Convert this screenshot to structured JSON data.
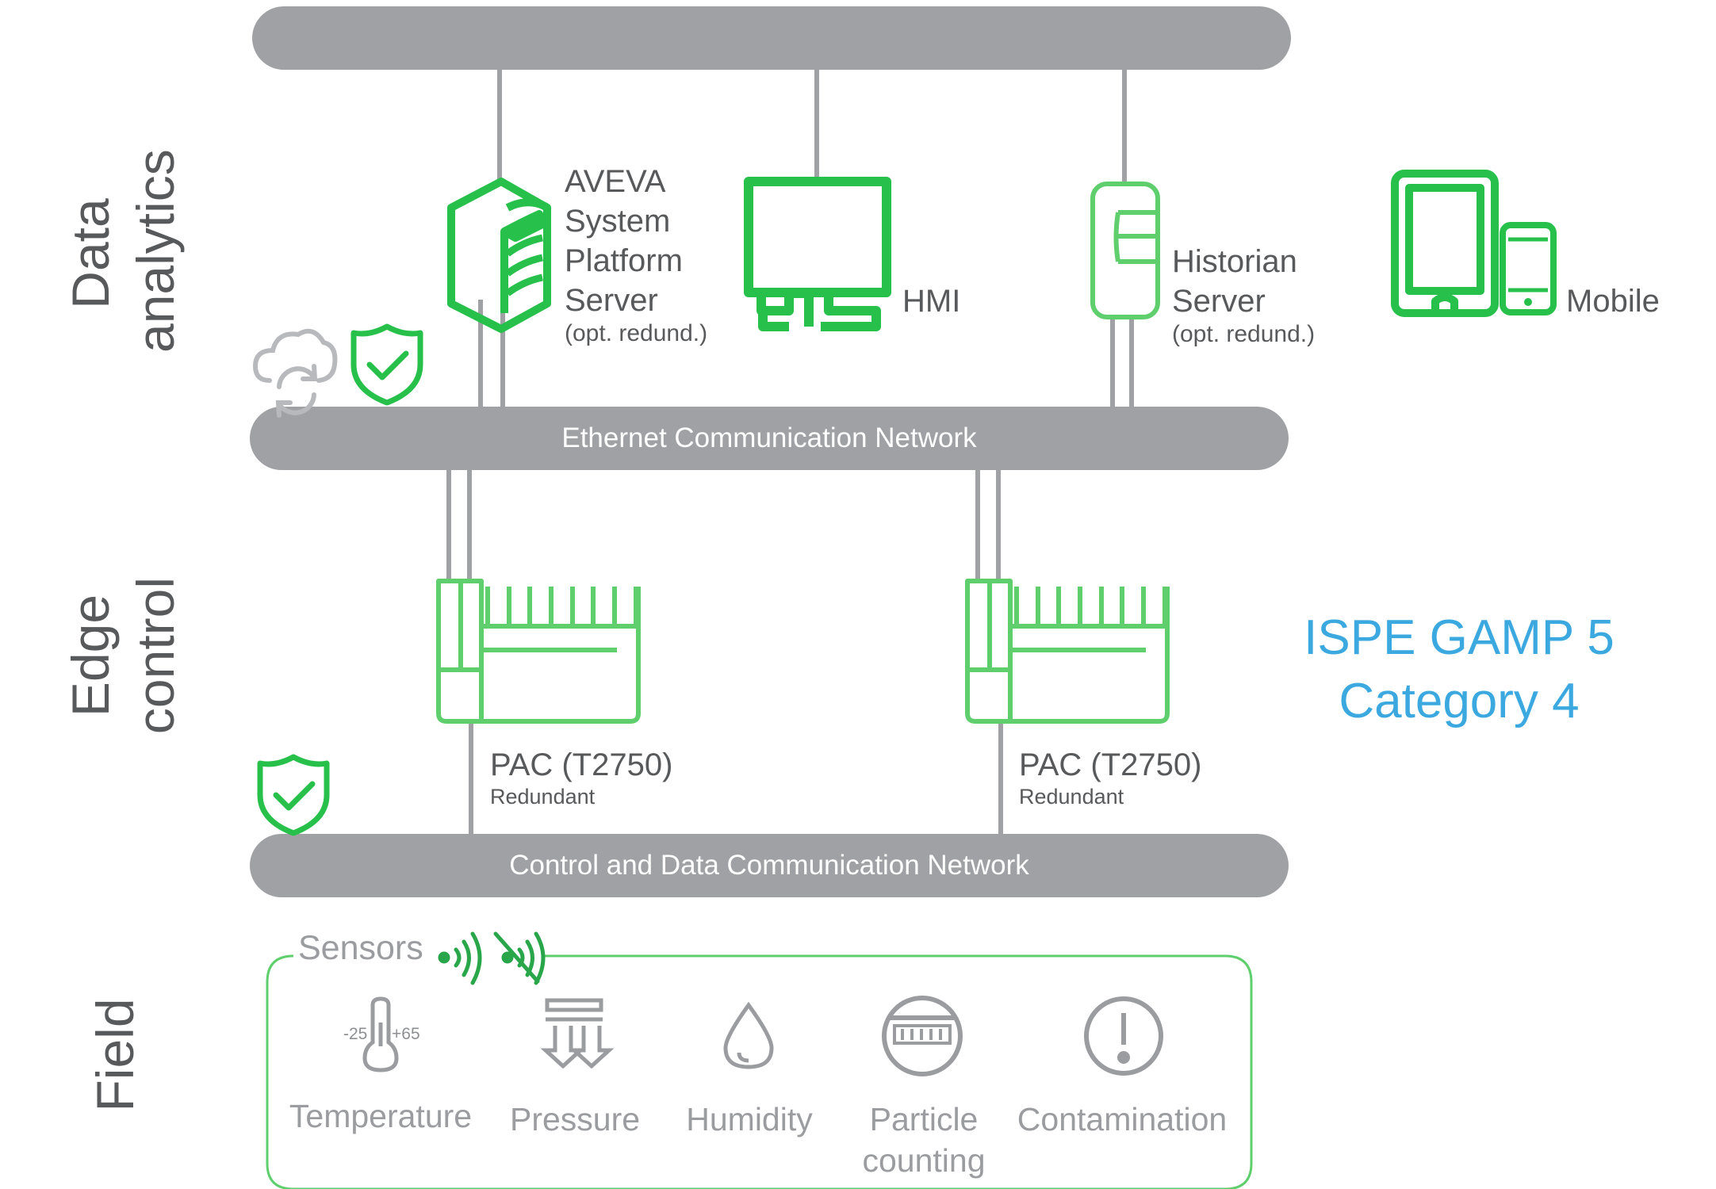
{
  "layers": {
    "data_analytics": [
      "Data",
      "analytics"
    ],
    "edge_control": [
      "Edge",
      "control"
    ],
    "field": "Field"
  },
  "networks": {
    "top": "",
    "ethernet": "Ethernet Communication Network",
    "control": "Control and Data Communication Network"
  },
  "devices": {
    "aveva": {
      "lines": [
        "AVEVA",
        "System",
        "Platform",
        "Server"
      ],
      "note": "(opt. redund.)"
    },
    "hmi": "HMI",
    "historian": {
      "lines": [
        "Historian",
        "Server"
      ],
      "note": "(opt. redund.)"
    },
    "mobile": "Mobile",
    "pac_left": {
      "name": "PAC (T2750)",
      "note": "Redundant"
    },
    "pac_right": {
      "name": "PAC (T2750)",
      "note": "Redundant"
    }
  },
  "gamp": [
    "ISPE GAMP 5",
    "Category 4"
  ],
  "sensors": {
    "title": "Sensors",
    "temperature": {
      "label": "Temperature",
      "min": "-25",
      "max": "+65"
    },
    "pressure": "Pressure",
    "humidity": "Humidity",
    "particle": [
      "Particle",
      "counting"
    ],
    "contamination": "Contamination"
  },
  "colors": {
    "bus_gray": "#a0a1a4",
    "green": "#26c04a",
    "light_green": "#5fcf6d",
    "gamp_blue": "#3ba9e0",
    "text_gray": "#58595b",
    "sensor_gray": "#9b9c9f"
  },
  "icons": [
    "cloud-sync-icon",
    "shield-check-icon",
    "server-icon",
    "monitor-icon",
    "historian-icon",
    "tablet-phone-icon",
    "controller-icon",
    "wireless-icon",
    "thermometer-icon",
    "pressure-icon",
    "droplet-icon",
    "particle-counter-icon",
    "alert-icon"
  ]
}
